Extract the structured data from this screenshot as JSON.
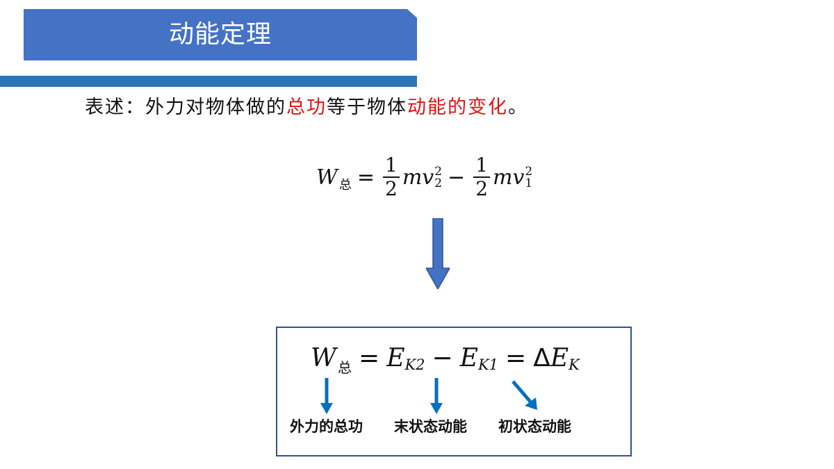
{
  "title": "动能定理",
  "statement": {
    "prefix": "表述：外力对物体做的",
    "highlight1": "总功",
    "middle": "等于物体",
    "highlight2": "动能的变化",
    "suffix": "。"
  },
  "formula1": {
    "w": "W",
    "w_sub": "总",
    "eq": "=",
    "num1": "1",
    "den1": "2",
    "mv1": "mv",
    "sup1": "2",
    "sub1": "2",
    "minus": "−",
    "num2": "1",
    "den2": "2",
    "mv2": "mv",
    "sup2": "2",
    "sub2": "1"
  },
  "formula2": {
    "w": "W",
    "w_sub": "总",
    "eq1": "=",
    "e1": "E",
    "e1_sub": "K2",
    "minus": "−",
    "e2": "E",
    "e2_sub": "K1",
    "eq2": "=",
    "delta": "Δ",
    "e3": "E",
    "e3_sub": "K"
  },
  "labels": {
    "total_work": "外力的总功",
    "final_ke": "末状态动能",
    "initial_ke": "初状态动能"
  },
  "colors": {
    "banner": "#4472c4",
    "underbar": "#2e75b6",
    "highlight": "#e01010",
    "arrow": "#4472c4",
    "small_arrow": "#0070c0",
    "box_border": "#2f528f"
  }
}
